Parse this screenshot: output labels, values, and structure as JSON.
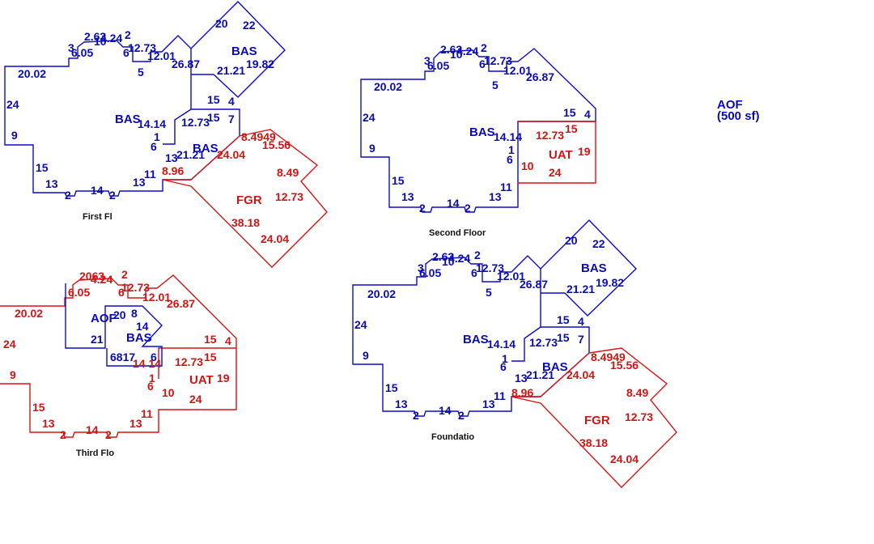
{
  "colors": {
    "living": "#0b0bcc",
    "garage": "#d81414",
    "caption": "#111111"
  },
  "legend": {
    "line1": "AOF",
    "line2": "(500 sf)"
  },
  "captions": {
    "first": "First Fl",
    "second": "Second Floor",
    "third": "Third Flo",
    "foundation": "Foundatio"
  },
  "area_labels": {
    "bas": "BAS",
    "fgr": "FGR",
    "uat": "UAT",
    "aof": "AOF"
  },
  "dim": {
    "d2002": "20.02",
    "d24": "24",
    "d9": "9",
    "d15": "15",
    "d13": "13",
    "d2": "2",
    "d14": "14",
    "d11": "11",
    "d1414": "14.14",
    "d1273": "12.73",
    "d1201": "12.01",
    "d2687": "26.87",
    "d605": "6.05",
    "d6": "6",
    "d5": "5",
    "d1": "1",
    "d3": "3",
    "d4": "4",
    "d7": "7",
    "d10": "10",
    "d19": "19",
    "d20": "20",
    "d22": "22",
    "d1982": "19.82",
    "d2121": "21.21",
    "d2404": "24.04",
    "d849": "8.49",
    "d1556": "15.56",
    "d3818": "38.18",
    "d896": "8.96",
    "d263": "2.63",
    "d424": "4.24",
    "d849b": "8.4949",
    "d21": "21",
    "d8": "8",
    "d6817": "6817",
    "d1414s": "14 14",
    "d2063": "2063"
  }
}
